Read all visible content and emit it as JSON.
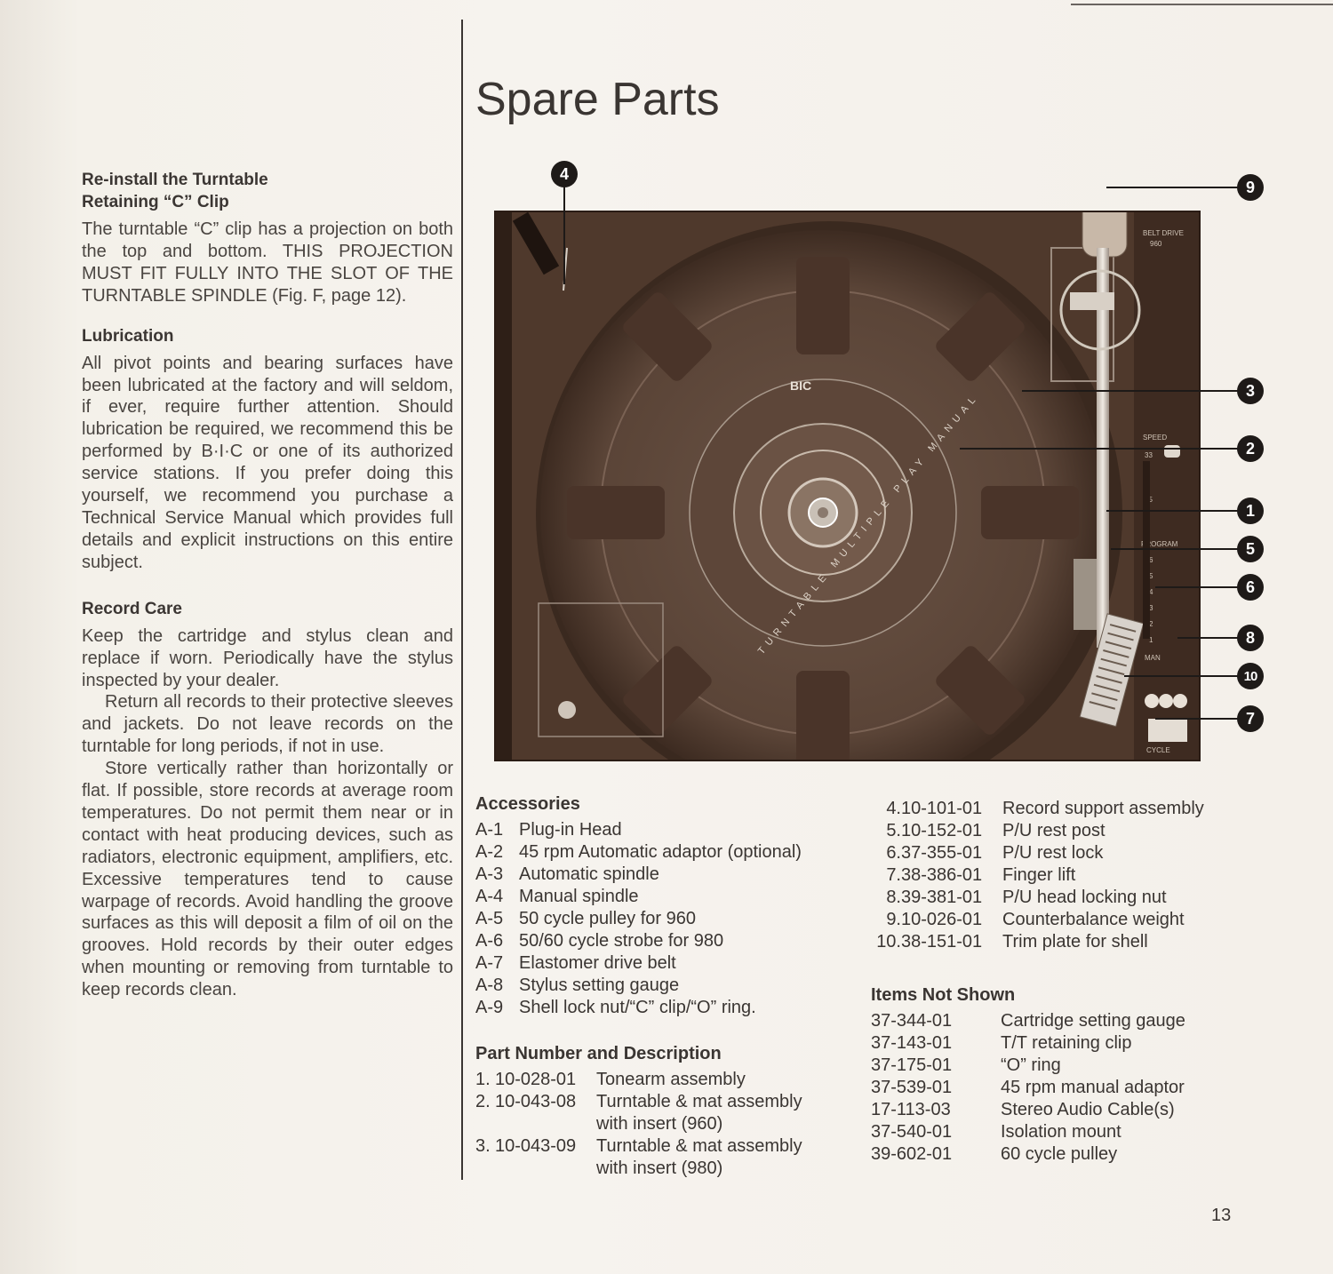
{
  "left": {
    "sections": [
      {
        "heading": [
          "Re-install the Turntable",
          "Retaining “C” Clip"
        ],
        "paragraphs": [
          "The turntable “C” clip has a projection on both the top and bottom. THIS PROJECTION MUST FIT FULLY INTO THE SLOT OF THE TURNTABLE SPINDLE (Fig. F, page 12)."
        ]
      },
      {
        "heading": [
          "Lubrication"
        ],
        "paragraphs": [
          "All pivot points and bearing surfaces have been lubricated at the factory and will seldom, if ever, require further attention. Should lubrication be required, we recommend this be performed by B·I·C or one of its authorized service stations. If you prefer doing this yourself, we recommend you purchase a Technical Service Manual which provides full details and explicit instructions on this entire subject."
        ]
      },
      {
        "heading": [
          "Record Care"
        ],
        "paragraphs": [
          "Keep the cartridge and stylus clean and replace if worn. Periodically have the stylus inspected by your dealer.",
          "Return all records to their protective sleeves and jackets. Do not leave records on the turntable for long periods, if not in use.",
          "Store vertically rather than horizontally or flat. If possible, store records at average room temperatures. Do not permit them near or in contact with heat producing devices, such as radiators, electronic equipment, amplifiers, etc. Excessive temperatures tend to cause warpage of records. Avoid handling the groove surfaces as this will deposit a film of oil on the grooves. Hold records by their outer edges when mounting or removing from turntable to keep records clean."
        ]
      }
    ]
  },
  "title": "Spare Parts",
  "figure": {
    "disc_ring_text": "TURNTABLE MULTIPLE PLAY MANUAL",
    "brand": "BIC",
    "panel_labels": [
      "BELT DRIVE",
      "960",
      "SPEED",
      "33",
      "45",
      "PROGRAM",
      "6",
      "5",
      "4",
      "3",
      "2",
      "1",
      "MAN",
      "CYCLE"
    ],
    "callouts": [
      "1",
      "2",
      "3",
      "4",
      "5",
      "6",
      "7",
      "8",
      "9",
      "10"
    ]
  },
  "accessories": {
    "heading": "Accessories",
    "items": [
      {
        "id": "A-1",
        "desc": "Plug-in Head"
      },
      {
        "id": "A-2",
        "desc": "45 rpm Automatic adaptor (optional)"
      },
      {
        "id": "A-3",
        "desc": "Automatic spindle"
      },
      {
        "id": "A-4",
        "desc": "Manual spindle"
      },
      {
        "id": "A-5",
        "desc": "50 cycle pulley for 960"
      },
      {
        "id": "A-6",
        "desc": "50/60 cycle strobe for 980"
      },
      {
        "id": "A-7",
        "desc": "Elastomer drive belt"
      },
      {
        "id": "A-8",
        "desc": "Stylus setting gauge"
      },
      {
        "id": "A-9",
        "desc": "Shell lock nut/“C” clip/“O” ring."
      }
    ]
  },
  "parts": {
    "heading": "Part Number and Description",
    "items": [
      {
        "n": "1.",
        "pn": "10-028-01",
        "desc": "Tonearm assembly",
        "desc2": ""
      },
      {
        "n": "2.",
        "pn": "10-043-08",
        "desc": "Turntable & mat assembly",
        "desc2": "with insert (960)"
      },
      {
        "n": "3.",
        "pn": "10-043-09",
        "desc": "Turntable & mat assembly",
        "desc2": "with insert (980)"
      }
    ],
    "items2": [
      {
        "n": "4.",
        "pn": "10-101-01",
        "desc": "Record support assembly"
      },
      {
        "n": "5.",
        "pn": "10-152-01",
        "desc": "P/U rest post"
      },
      {
        "n": "6.",
        "pn": "37-355-01",
        "desc": "P/U rest lock"
      },
      {
        "n": "7.",
        "pn": "38-386-01",
        "desc": "Finger lift"
      },
      {
        "n": "8.",
        "pn": "39-381-01",
        "desc": "P/U head locking nut"
      },
      {
        "n": "9.",
        "pn": "10-026-01",
        "desc": "Counterbalance weight"
      },
      {
        "n": "10.",
        "pn": "38-151-01",
        "desc": "Trim plate for shell"
      }
    ]
  },
  "not_shown": {
    "heading": "Items Not Shown",
    "items": [
      {
        "pn": "37-344-01",
        "desc": "Cartridge setting gauge"
      },
      {
        "pn": "37-143-01",
        "desc": "T/T retaining clip"
      },
      {
        "pn": "37-175-01",
        "desc": "“O” ring"
      },
      {
        "pn": "37-539-01",
        "desc": "45 rpm manual adaptor"
      },
      {
        "pn": "17-113-03",
        "desc": "Stereo Audio Cable(s)"
      },
      {
        "pn": "37-540-01",
        "desc": "Isolation mount"
      },
      {
        "pn": "39-602-01",
        "desc": "60 cycle pulley"
      }
    ]
  },
  "page_number": "13"
}
